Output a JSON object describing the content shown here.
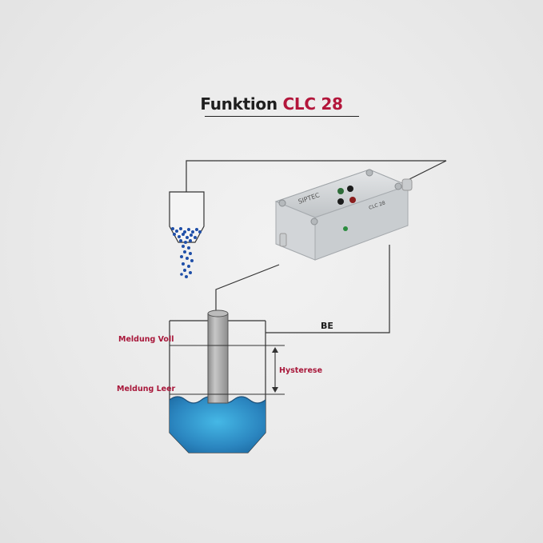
{
  "title": {
    "prefix": "Funktion",
    "product": "CLC 28"
  },
  "device": {
    "brand": "SIPTEC",
    "model": "CLC 28"
  },
  "labels": {
    "signal": "BE",
    "full": "Meldung Voll",
    "empty": "Meldung Leer",
    "hysteresis": "Hysterese"
  },
  "colors": {
    "accent": "#b3163b",
    "liquid": "#2f8fc6",
    "granules": "#1f4fa8",
    "lines": "#333333"
  }
}
